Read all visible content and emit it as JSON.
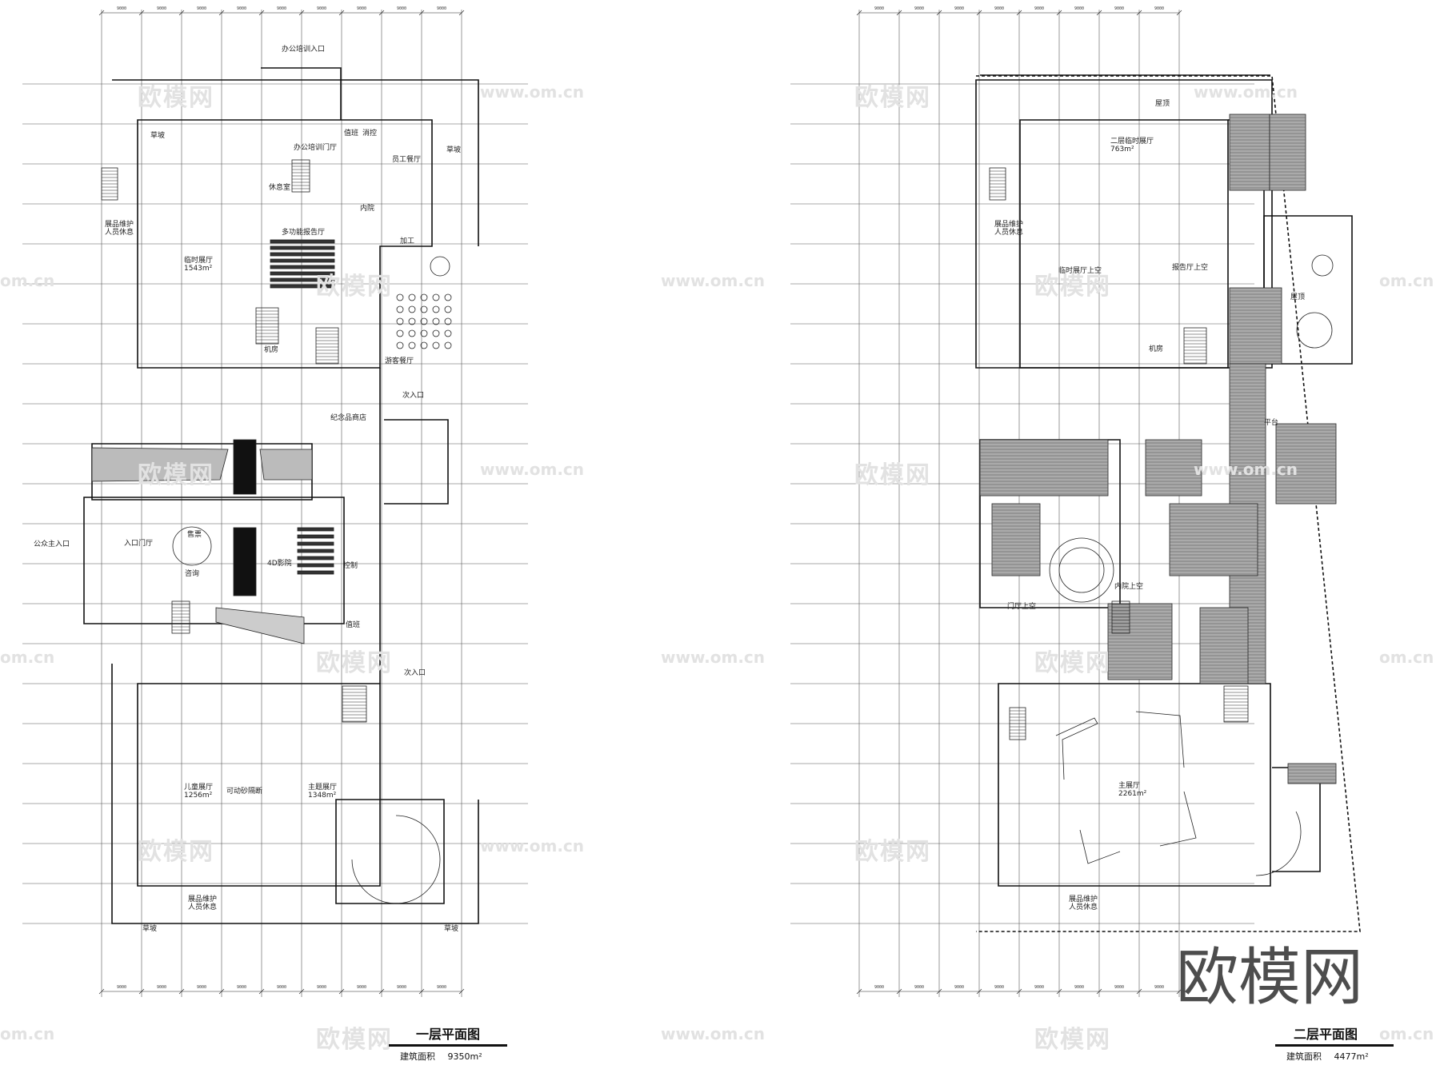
{
  "plans": [
    {
      "id": "floor1",
      "title": "一层平面图",
      "area_label": "建筑面积",
      "area_value": "9350m²",
      "rooms": [
        {
          "key": "office_entry",
          "text": "办公培训入口"
        },
        {
          "key": "office_hall",
          "text": "办公培训门厅"
        },
        {
          "key": "lounge",
          "text": "休息室"
        },
        {
          "key": "value_room",
          "text": "值班"
        },
        {
          "key": "wash",
          "text": "消控"
        },
        {
          "key": "staff_dining",
          "text": "员工餐厅"
        },
        {
          "key": "lawn1",
          "text": "草坡"
        },
        {
          "key": "lawn2",
          "text": "草坡"
        },
        {
          "key": "kitchen_in",
          "text": "内院"
        },
        {
          "key": "process",
          "text": "加工"
        },
        {
          "key": "maint1",
          "text": "展品维护\n人员休息"
        },
        {
          "key": "temp_hall",
          "text": "临时展厅\n1543m²"
        },
        {
          "key": "multi_hall",
          "text": "多功能报告厅"
        },
        {
          "key": "machine",
          "text": "机房"
        },
        {
          "key": "visitor_dining",
          "text": "游客餐厅"
        },
        {
          "key": "sub_entry1",
          "text": "次入口"
        },
        {
          "key": "souvenir",
          "text": "纪念品商店"
        },
        {
          "key": "public_entry",
          "text": "公众主入口"
        },
        {
          "key": "entry_hall",
          "text": "入口门厅"
        },
        {
          "key": "ticket",
          "text": "售票"
        },
        {
          "key": "consult",
          "text": "咨询"
        },
        {
          "key": "cinema",
          "text": "4D影院"
        },
        {
          "key": "control",
          "text": "控制"
        },
        {
          "key": "duty",
          "text": "值班"
        },
        {
          "key": "sub_entry2",
          "text": "次入口"
        },
        {
          "key": "kids_hall",
          "text": "儿童展厅\n1256m²"
        },
        {
          "key": "movable",
          "text": "可动砂隔断"
        },
        {
          "key": "main_hall",
          "text": "主题展厅\n1348m²"
        },
        {
          "key": "maint2",
          "text": "展品维护\n人员休息"
        },
        {
          "key": "lawn3",
          "text": "草坡"
        },
        {
          "key": "lawn4",
          "text": "草坡"
        }
      ]
    },
    {
      "id": "floor2",
      "title": "二层平面图",
      "area_label": "建筑面积",
      "area_value": "4477m²",
      "rooms": [
        {
          "key": "roof1",
          "text": "屋顶"
        },
        {
          "key": "temp_hall2",
          "text": "二层临时展厅\n763m²"
        },
        {
          "key": "maint",
          "text": "展品维护\n人员休息"
        },
        {
          "key": "temp_void",
          "text": "临时展厅上空"
        },
        {
          "key": "report_void",
          "text": "报告厅上空"
        },
        {
          "key": "roof2",
          "text": "屋顶"
        },
        {
          "key": "machine2",
          "text": "机房"
        },
        {
          "key": "platform",
          "text": "平台"
        },
        {
          "key": "inner_void",
          "text": "内院上空"
        },
        {
          "key": "lobby_void",
          "text": "门厅上空"
        },
        {
          "key": "main_hall2",
          "text": "主展厅\n2261m²"
        },
        {
          "key": "maint3",
          "text": "展品维护\n人员休息"
        }
      ]
    }
  ],
  "dimension_label": "9000",
  "watermark": {
    "brand": "欧模网",
    "url": "www.om.cn",
    "url_cut": "om.cn"
  }
}
